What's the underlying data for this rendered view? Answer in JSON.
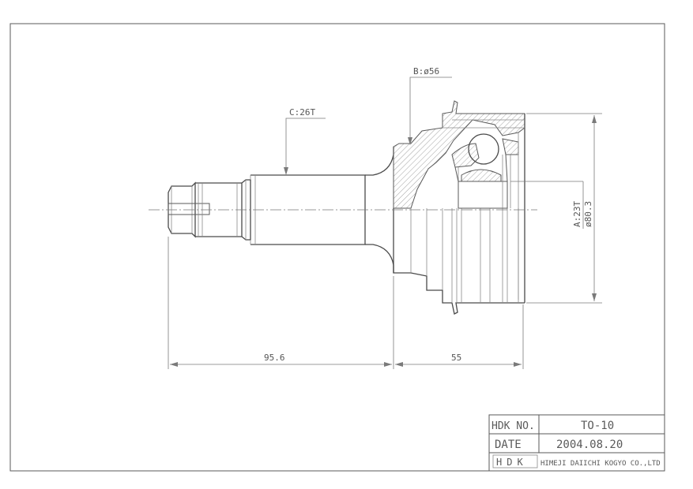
{
  "annotations": {
    "spline_c": "C:26T",
    "diameter_b": "B:ø56",
    "spline_a": "A:23T",
    "diameter_outer": "ø80.3"
  },
  "dimensions": {
    "length_stem": "95.6",
    "length_bell": "55"
  },
  "title_block": {
    "part_no_label": "HDK NO.",
    "part_no_value": "TO-10",
    "date_label": "DATE",
    "date_value": "2004.08.20",
    "logo_text": "HDK",
    "company": "HIMEJI DAIICHI KOGYO CO.,LTD"
  }
}
